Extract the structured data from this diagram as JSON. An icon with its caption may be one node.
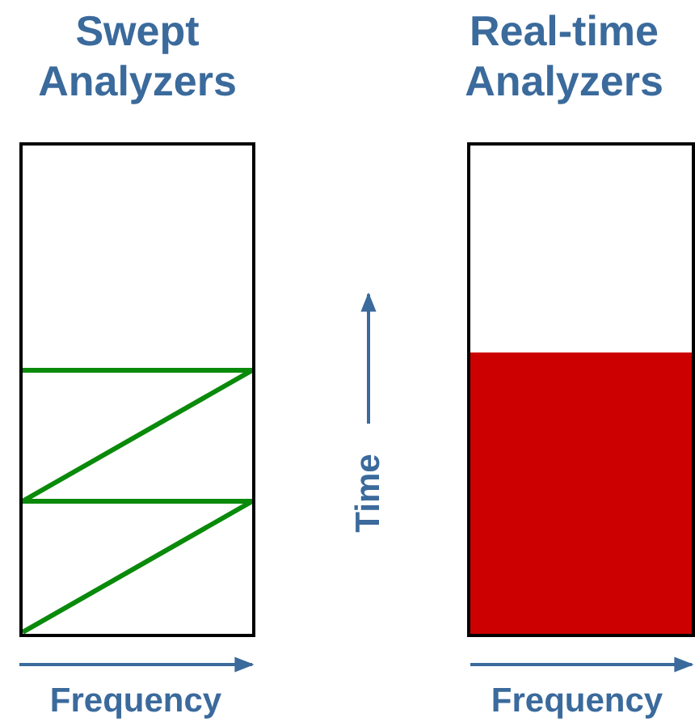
{
  "diagram": {
    "nodes": [
      {
        "text": [
          "Swept Analyzers"
        ]
      },
      {
        "text": [
          "Real-time Analyzers"
        ]
      }
    ],
    "labels": [
      "Frequency",
      "Time",
      "Frequency"
    ]
  }
}
